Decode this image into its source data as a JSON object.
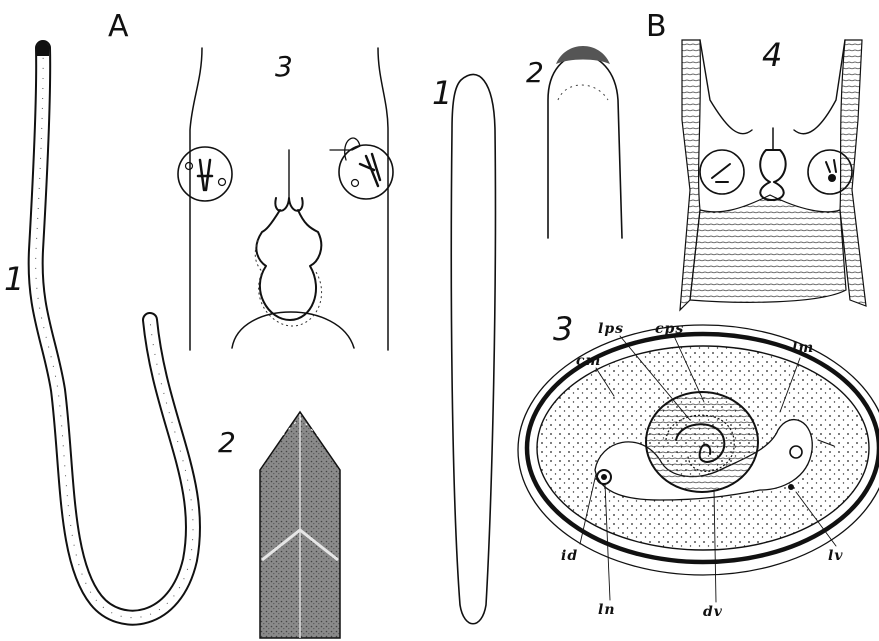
{
  "panels": {
    "a": "A",
    "b": "B"
  },
  "figure_numbers": {
    "a_whole_worm": "1",
    "a_head_detail": "3",
    "a_tail_detail": "2",
    "b_whole_worm": "1",
    "b_tail_detail": "2",
    "b_head_detail": "4",
    "b_cross_section": "3"
  },
  "cross_section_labels": {
    "lps": "lps",
    "cps": "cps",
    "cm": "cm",
    "lm": "lm",
    "id": "id",
    "ln": "ln",
    "dv": "dv",
    "lv": "lv"
  },
  "colors": {
    "ink": "#111111",
    "paper": "#ffffff",
    "shade": "#6e6e6e"
  }
}
